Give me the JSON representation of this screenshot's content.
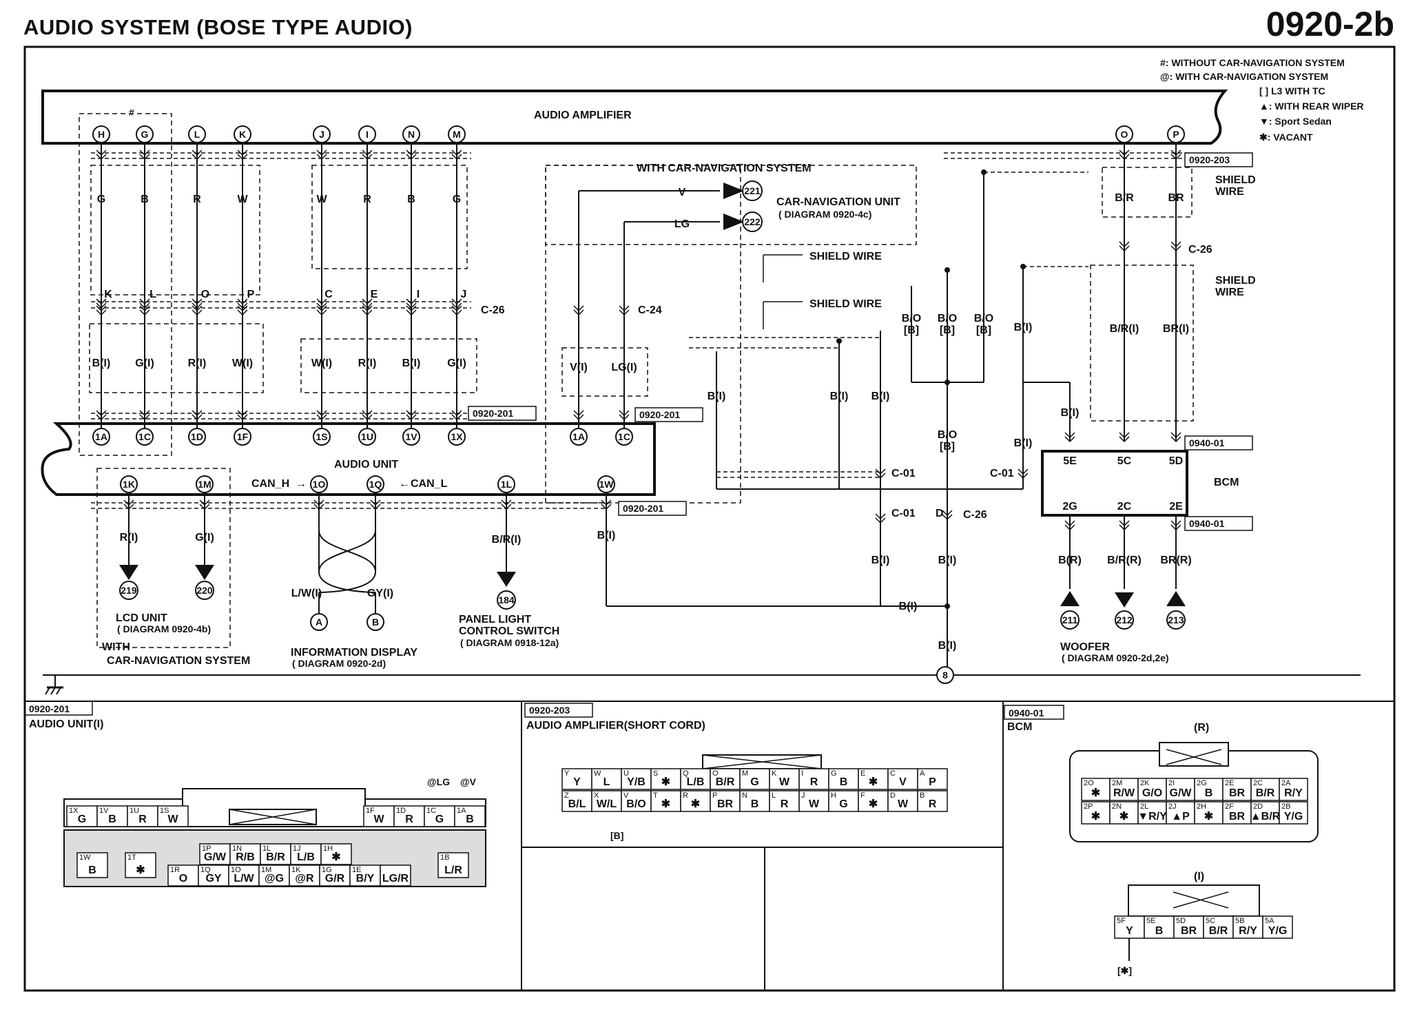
{
  "header": {
    "title": "AUDIO SYSTEM (BOSE TYPE AUDIO)",
    "code": "0920-2b"
  },
  "legend": [
    "#: WITHOUT CAR-NAVIGATION SYSTEM",
    "@: WITH CAR-NAVIGATION SYSTEM",
    "[ ] L3 WITH TC",
    "▲: WITH REAR WIPER",
    "▼: Sport Sedan",
    "✱: VACANT"
  ],
  "labels": {
    "amplifier": "AUDIO AMPLIFIER",
    "audio_unit": "AUDIO UNIT",
    "with_nav_top": "WITH CAR-NAVIGATION SYSTEM",
    "nav_unit": "CAR-NAVIGATION UNIT",
    "nav_diag": "( DIAGRAM 0920-4c)",
    "shield1": "SHIELD WIRE",
    "shield2": "SHIELD WIRE",
    "shield3": "SHIELD",
    "shield3b": "WIRE",
    "shield4": "SHIELD",
    "shield4b": "WIRE",
    "bcm": "BCM",
    "can_h": "CAN_H",
    "can_l": "CAN_L",
    "lcd_unit": "LCD UNIT",
    "lcd_diag": "( DIAGRAM 0920-4b)",
    "with_nav_bottom": "WITH",
    "with_nav_bottom2": "CAR-NAVIGATION SYSTEM",
    "info_display": "INFORMATION DISPLAY",
    "info_diag": "( DIAGRAM 0920-2d)",
    "panel_light": "PANEL LIGHT",
    "panel_light2": "CONTROL SWITCH",
    "panel_diag": "( DIAGRAM 0918-12a)",
    "woofer": "WOOFER",
    "woofer_diag": "( DIAGRAM 0920-2d,2e)",
    "hash": "#",
    "c26": "C-26",
    "c24": "C-24",
    "c01": "C-01",
    "d": "D"
  },
  "amp_pins": [
    "H",
    "G",
    "L",
    "K",
    "J",
    "I",
    "N",
    "M",
    "O",
    "P"
  ],
  "amp_wires": [
    "G",
    "B",
    "R",
    "W",
    "W",
    "R",
    "B",
    "G",
    "B/R",
    "BR"
  ],
  "c26_pins": [
    "K",
    "L",
    "O",
    "P",
    "C",
    "E",
    "I",
    "J"
  ],
  "unit_wires": [
    "B(I)",
    "G(I)",
    "R(I)",
    "W(I)",
    "W(I)",
    "R(I)",
    "B(I)",
    "G(I)"
  ],
  "unit_pins": [
    "1A",
    "1C",
    "1D",
    "1F",
    "1S",
    "1U",
    "1V",
    "1X"
  ],
  "nav_wires": [
    "V",
    "LG"
  ],
  "nav_conns": [
    "221",
    "222"
  ],
  "nav_unit_wires": [
    "V(I)",
    "LG(I)"
  ],
  "nav_unit_pins": [
    "1A",
    "1C"
  ],
  "bottom_pins": [
    "1K",
    "1M",
    "1O",
    "1Q",
    "1L",
    "1W"
  ],
  "bottom_wires": [
    "R(I)",
    "G(I)",
    "L/W(I)",
    "GY(I)",
    "B/R(I)",
    "B(I)"
  ],
  "bottom_conns": [
    "219",
    "220",
    "A",
    "B",
    "184"
  ],
  "bo_labels": [
    "B/O",
    "[B]",
    "B/O",
    "[B]",
    "B/O",
    "[B]"
  ],
  "right_wires": [
    "B/R",
    "BR",
    "B/R(I)",
    "BR(I)",
    "B(I)",
    "B(I)",
    "B(I)",
    "B(I)",
    "B(I)",
    "B(I)",
    "B(I)",
    "B(I)",
    "B/O",
    "[B]"
  ],
  "bcm_pins": [
    "5E",
    "5C",
    "5D",
    "2G",
    "2C",
    "2E"
  ],
  "woofer_wires": [
    "B(R)",
    "B/R(R)",
    "BR(R)"
  ],
  "woofer_conns": [
    "211",
    "212",
    "213"
  ],
  "ground_conn": "8",
  "refs": [
    "0920-203",
    "0920-201",
    "0920-201",
    "0920-201",
    "0940-01",
    "0940-01"
  ],
  "panels": {
    "p1_ref": "0920-201",
    "p1_title": "AUDIO UNIT(I)",
    "p2_ref": "0920-203",
    "p2_title": "AUDIO AMPLIFIER(SHORT CORD)",
    "p3_ref": "0940-01",
    "p3_title": "BCM",
    "p3_r": "(R)",
    "p3_i": "(I)",
    "p2_b": "[B]",
    "p3_star": "[✱]",
    "at_lg": "@LG",
    "at_v": "@V"
  },
  "au_top_left": [
    "G",
    "B",
    "R",
    "W"
  ],
  "au_top_left_ids": [
    "1X",
    "1V",
    "1U",
    "1S"
  ],
  "au_top_right": [
    "W",
    "R",
    "G",
    "B"
  ],
  "au_top_right_ids": [
    "1F",
    "1D",
    "1C",
    "1A"
  ],
  "au_mid": [
    "G/W",
    "R/B",
    "B/R",
    "L/B",
    "✱"
  ],
  "au_mid_ids": [
    "1P",
    "1N",
    "1L",
    "1J",
    "1H"
  ],
  "au_bot": [
    "O",
    "GY",
    "L/W",
    "@G",
    "@R",
    "G/R",
    "B/Y",
    "LG/R"
  ],
  "au_bot_ids": [
    "1R",
    "1Q",
    "1O",
    "1M",
    "1K",
    "1G",
    "1E"
  ],
  "au_side": [
    "B",
    "✱",
    "L/R"
  ],
  "au_side_ids": [
    "1W",
    "1T",
    "1B"
  ],
  "amp_row1": [
    "Y",
    "L",
    "Y/B",
    "✱",
    "L/B",
    "B/R",
    "G",
    "W",
    "R",
    "B",
    "✱",
    "V",
    "P"
  ],
  "amp_row2": [
    "B/L",
    "W/L",
    "B/O",
    "✱",
    "✱",
    "BR",
    "B",
    "R",
    "W",
    "G",
    "✱",
    "W",
    "R"
  ],
  "amp_row1_ids": [
    "Y",
    "W",
    "U",
    "S",
    "Q",
    "O",
    "M",
    "K",
    "I",
    "G",
    "E",
    "C",
    "A"
  ],
  "amp_row2_ids": [
    "Z",
    "X",
    "V",
    "T",
    "R",
    "P",
    "N",
    "L",
    "J",
    "H",
    "F",
    "D",
    "B"
  ],
  "bcm_r1": [
    "✱",
    "R/W",
    "G/O",
    "G/W",
    "B",
    "BR",
    "B/R",
    "R/Y"
  ],
  "bcm_r1_ids": [
    "2O",
    "2M",
    "2K",
    "2I",
    "2G",
    "2E",
    "2C",
    "2A"
  ],
  "bcm_r2": [
    "✱",
    "✱",
    "▼R/Y",
    "▲P",
    "✱",
    "BR",
    "▲B/R",
    "Y/G"
  ],
  "bcm_r2_ids": [
    "2P",
    "2N",
    "2L",
    "2J",
    "2H",
    "2F",
    "2D",
    "2B"
  ],
  "bcm_i": [
    "Y",
    "B",
    "BR",
    "B/R",
    "R/Y",
    "Y/G"
  ],
  "bcm_i_ids": [
    "5F",
    "5E",
    "5D",
    "5C",
    "5B",
    "5A"
  ]
}
